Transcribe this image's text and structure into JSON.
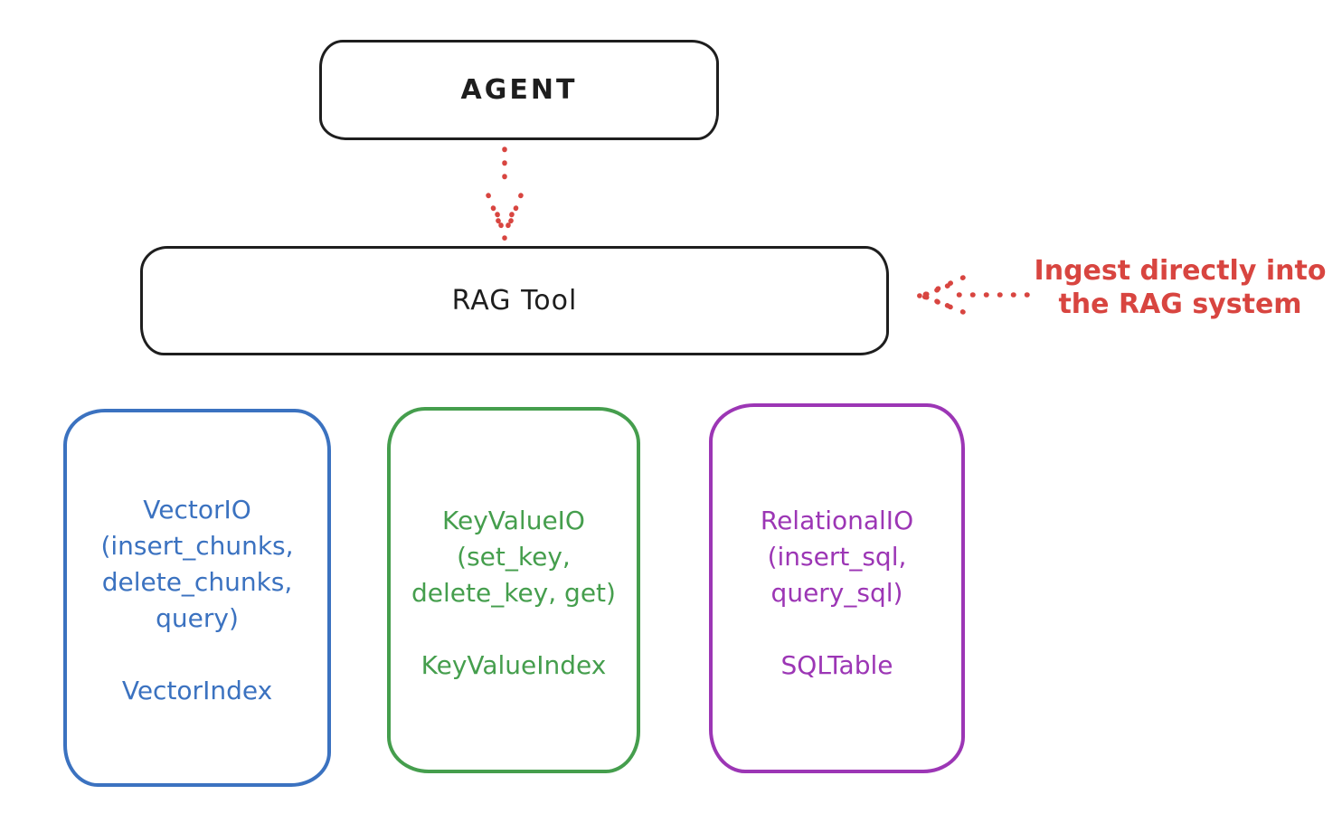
{
  "agent": {
    "label": "AGENT"
  },
  "rag_tool": {
    "label": "RAG Tool"
  },
  "annotation": {
    "line1": "Ingest directly into",
    "line2": "the RAG system"
  },
  "backends": [
    {
      "id": "vector-io",
      "color": "#3b72c0",
      "lines": [
        "VectorIO",
        "(insert_chunks,",
        "delete_chunks,",
        "query)"
      ],
      "index_label": "VectorIndex"
    },
    {
      "id": "keyvalue-io",
      "color": "#459e4d",
      "lines": [
        "KeyValueIO",
        "(set_key,",
        "delete_key, get)"
      ],
      "index_label": "KeyValueIndex"
    },
    {
      "id": "relational-io",
      "color": "#9c36b5",
      "lines": [
        "RelationalIO",
        "(insert_sql,",
        "query_sql)"
      ],
      "index_label": "SQLTable"
    }
  ],
  "colors": {
    "ink": "#1e1e1e",
    "red_accent": "#d84540",
    "blue": "#3b72c0",
    "green": "#459e4d",
    "purple": "#9c36b5",
    "background": "#ffffff"
  }
}
